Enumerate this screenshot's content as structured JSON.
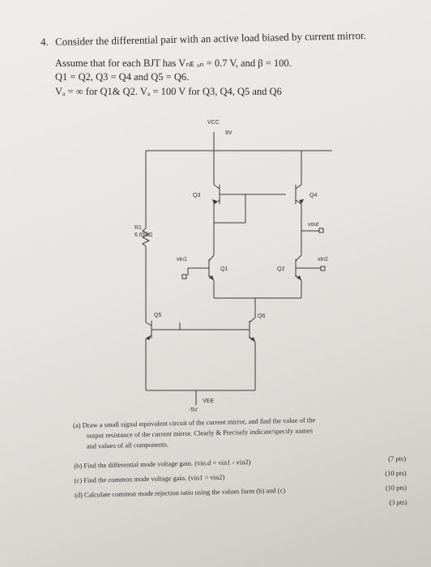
{
  "problem": {
    "number": "4.",
    "heading": "Consider the differential pair with an active load biased by current mirror.",
    "assume": "Assume that for each BJT has Vₙᴇ ₒₙ = 0.7 V, and β = 100.",
    "matching": "Q1 = Q2, Q3 = Q4 and Q5 = Q6.",
    "va": "Vₐ = ∞ for Q1& Q2. Vₐ = 100 V for Q3, Q4, Q5 and Q6"
  },
  "circuit": {
    "vcc_label": "VCC",
    "vcc_value": "9V",
    "vee_label": "VEE",
    "vee_value": "-5V",
    "q1": "Q1",
    "q2": "Q2",
    "q3": "Q3",
    "q4": "Q4",
    "q5": "Q5",
    "q6": "Q6",
    "r1_name": "R1",
    "r1_value": "6.65kΩ",
    "vin1": "vin1",
    "vin2": "vin2",
    "vout": "vout"
  },
  "parts": {
    "a": "(a) Draw a small signal equivalent circuit of the current mirror, and find the value of the",
    "a2": "output resistance of the current mirror. Clearly & Precisely indicate/specify names",
    "a3": "and values of all components.",
    "a_pts": "(7 pts)",
    "b": "(b) Find the differential mode voltage gain. (vin.d = vin1 - vin2)",
    "b_pts": "(10 pts)",
    "c": "(c) Find the common mode voltage gain. (vin1 = vin2)",
    "c_pts": "(10 pts)",
    "d": "(d) Calculate common mode rejection ratio using the values form (b) and (c)",
    "d_pts": "(3 pts)"
  }
}
